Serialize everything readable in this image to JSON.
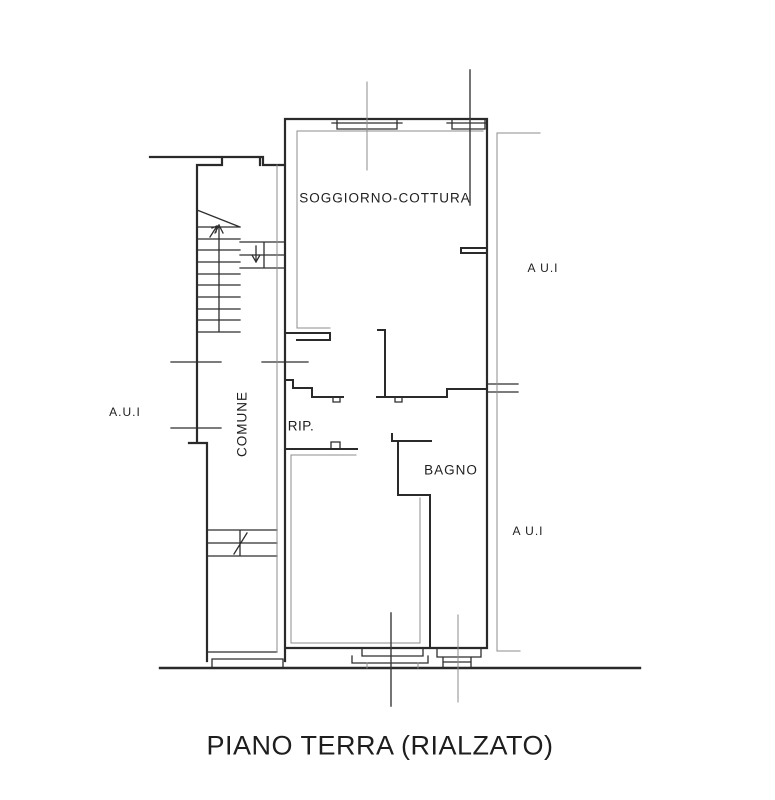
{
  "plan": {
    "title": "PIANO TERRA (RIALZATO)",
    "rooms": {
      "living_kitchen": "SOGGIORNO-COTTURA",
      "storage": "RIP.",
      "bathroom": "BAGNO",
      "common_stairwell": "COMUNE"
    },
    "annotations": {
      "aui_left": "A.U.I",
      "aui_right_top": "A U.I",
      "aui_right_bottom": "A U.I"
    },
    "colors": {
      "wall_line": "#2a2a2a",
      "thin_line": "#2e2e2e",
      "secondary_line": "#8c8c8c",
      "section_line": "#3a3a3a",
      "background": "#ffffff",
      "text": "#1e1e1e"
    }
  }
}
